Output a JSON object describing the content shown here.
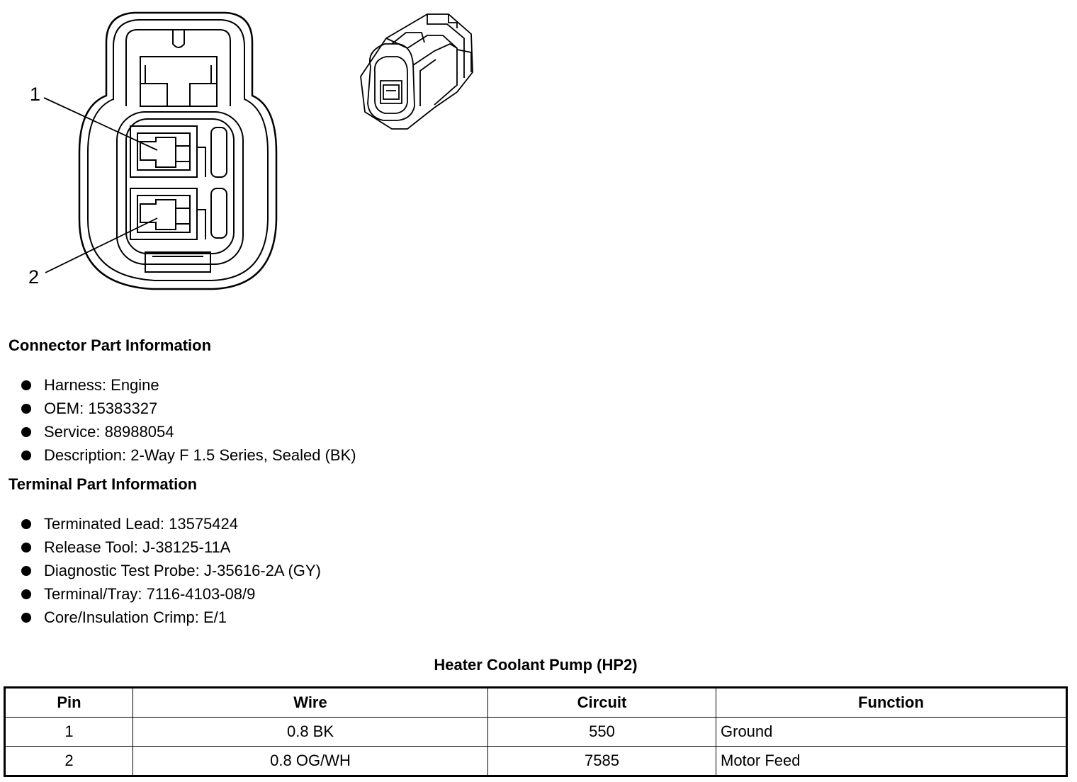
{
  "figure": {
    "front_view_icon": "connector-front-view",
    "iso_view_icon": "connector-isometric-view",
    "pin_labels": [
      "1",
      "2"
    ]
  },
  "connector_info": {
    "heading": "Connector Part Information",
    "items": [
      "Harness: Engine",
      "OEM: 15383327",
      "Service: 88988054",
      "Description: 2-Way F 1.5 Series, Sealed (BK)"
    ]
  },
  "terminal_info": {
    "heading": "Terminal Part Information",
    "items": [
      "Terminated Lead: 13575424",
      "Release Tool: J-38125-11A",
      "Diagnostic Test Probe: J-35616-2A (GY)",
      "Terminal/Tray: 7116-4103-08/9",
      "Core/Insulation Crimp: E/1"
    ]
  },
  "pin_table": {
    "title": "Heater Coolant Pump (HP2)",
    "headers": [
      "Pin",
      "Wire",
      "Circuit",
      "Function"
    ],
    "rows": [
      [
        "1",
        "0.8 BK",
        "550",
        "Ground"
      ],
      [
        "2",
        "0.8 OG/WH",
        "7585",
        "Motor Feed"
      ]
    ]
  }
}
